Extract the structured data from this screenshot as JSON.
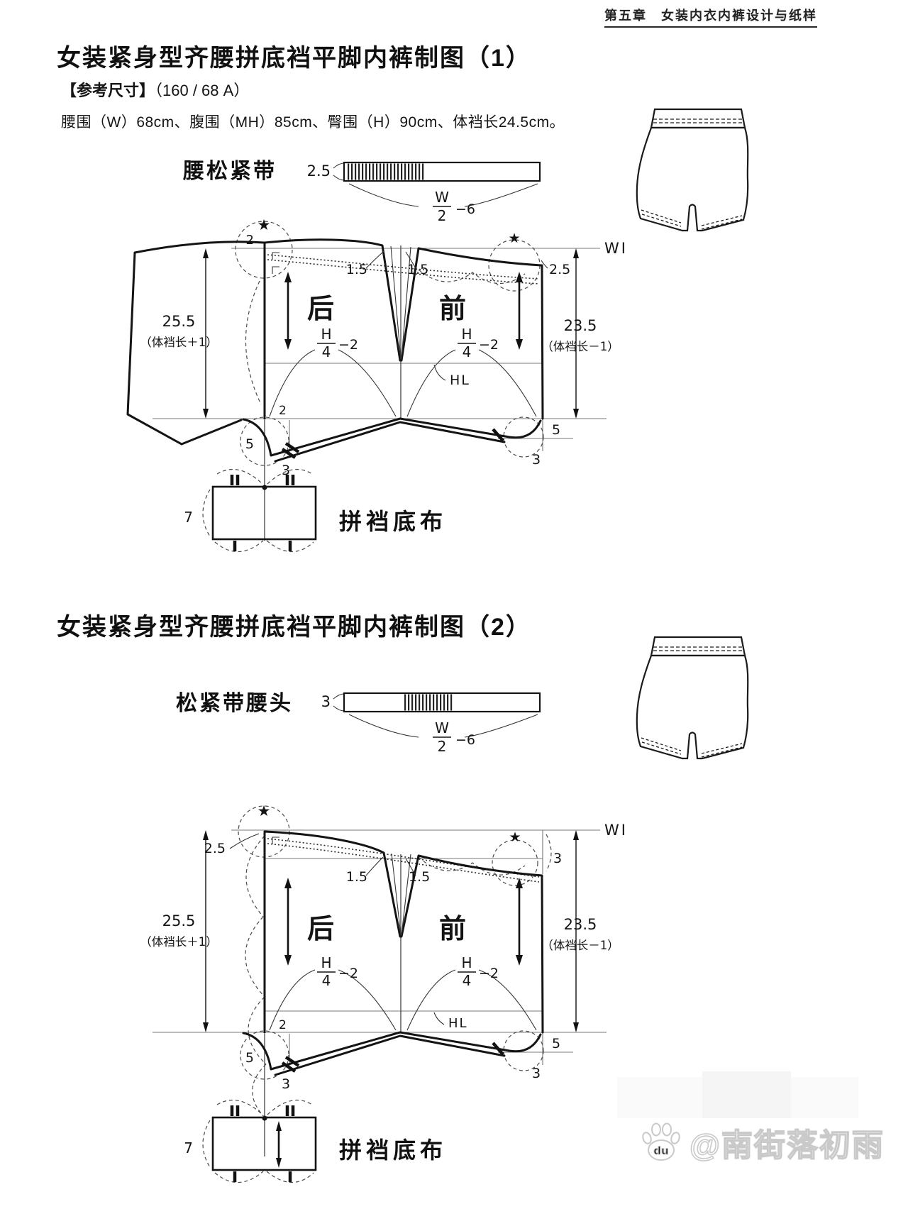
{
  "colors": {
    "ink": "#141414",
    "paper": "#ffffff"
  },
  "header": {
    "text": "第五章　女装内衣内裤设计与纸样"
  },
  "s1": {
    "title": "女装紧身型齐腰拼底裆平脚内裤制图（1）",
    "ref_label": "【参考尺寸】",
    "ref_size": "（160 / 68 A）",
    "measurements": "腰围（W）68cm、腹围（MH）85cm、臀围（H）90cm、体裆长24.5cm。",
    "band": {
      "label": "腰松紧带",
      "height": "2.5",
      "f_num": "W",
      "f_den": "2",
      "f_suffix": "−6"
    },
    "draft": {
      "wl": "WL",
      "hl": "HL",
      "back": "后",
      "front": "前",
      "star": "★",
      "corner_2": "2",
      "dart_l": "1.5",
      "dart_r": "1.5",
      "waist_right": "2.5",
      "dim_left": "25.5",
      "dim_left_note": "（体裆长＋1）",
      "dim_right": "23.5",
      "dim_right_note": "（体裆长－1）",
      "hip_num": "H",
      "hip_den": "4",
      "hip_suffix": "−2",
      "crotch_2": "2",
      "leg_left_5": "5",
      "leg_left_3": "3",
      "leg_right_5": "5",
      "leg_right_3": "3",
      "gusset_7": "7",
      "gusset_label": "拼裆底布"
    }
  },
  "s2": {
    "title": "女装紧身型齐腰拼底裆平脚内裤制图（2）",
    "band": {
      "label": "松紧带腰头",
      "height": "3",
      "f_num": "W",
      "f_den": "2",
      "f_suffix": "−6"
    },
    "draft": {
      "wl": "WL",
      "hl": "HL",
      "back": "后",
      "front": "前",
      "star": "★",
      "waist_left": "2.5",
      "waist_right": "3",
      "dart_l": "1.5",
      "dart_r": "1.5",
      "dim_left": "25.5",
      "dim_left_note": "（体裆长＋1）",
      "dim_right": "23.5",
      "dim_right_note": "（体裆长－1）",
      "hip_num": "H",
      "hip_den": "4",
      "hip_suffix": "−2",
      "crotch_2": "2",
      "leg_left_5": "5",
      "leg_left_3": "3",
      "leg_right_5": "5",
      "leg_right_3": "3",
      "gusset_7": "7",
      "gusset_label": "拼裆底布"
    }
  },
  "watermark": {
    "handle": "@南街落初雨",
    "logo": "du"
  }
}
